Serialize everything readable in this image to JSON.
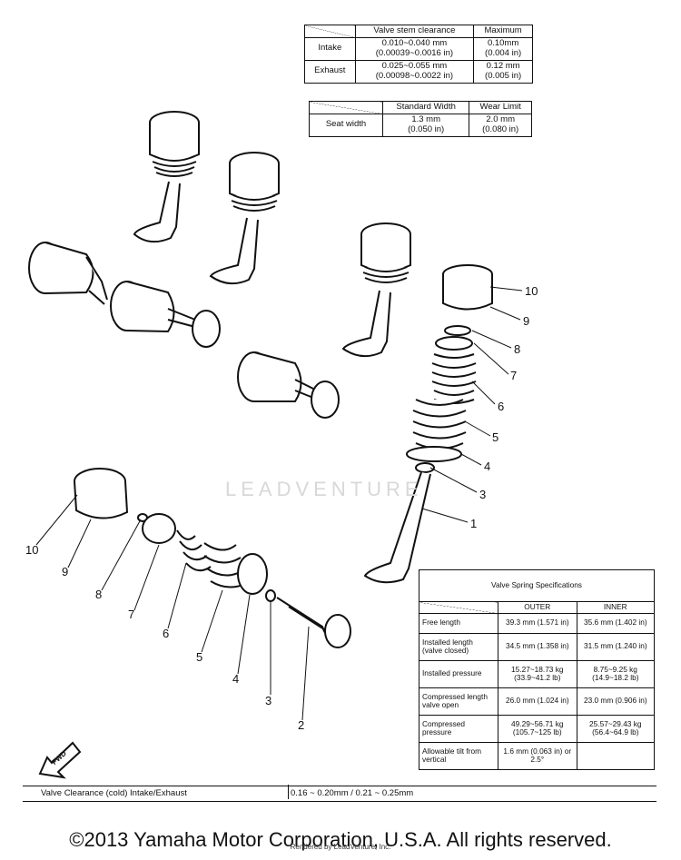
{
  "table_clearance": {
    "header": [
      "",
      "Valve stem clearance",
      "Maximum"
    ],
    "rows": [
      {
        "label": "Intake",
        "spec": "0.010~0.040 mm",
        "spec_in": "(0.00039~0.0016 in)",
        "max": "0.10mm",
        "max_in": "(0.004 in)"
      },
      {
        "label": "Exhaust",
        "spec": "0.025~0.055 mm",
        "spec_in": "(0.00098~0.0022 in)",
        "max": "0.12 mm",
        "max_in": "(0.005 in)"
      }
    ]
  },
  "table_seat": {
    "header": [
      "",
      "Standard Width",
      "Wear Limit"
    ],
    "row": {
      "label": "Seat width",
      "std": "1.3 mm",
      "std_in": "(0.050 in)",
      "limit": "2.0 mm",
      "limit_in": "(0.080 in)"
    }
  },
  "table_spring": {
    "title": "Valve Spring Specifications",
    "header": [
      "",
      "OUTER",
      "INNER"
    ],
    "rows": [
      {
        "label": "Free length",
        "outer": "39.3 mm (1.571 in)",
        "inner": "35.6 mm (1.402 in)"
      },
      {
        "label": "Installed length (valve closed)",
        "outer": "34.5 mm (1.358 in)",
        "inner": "31.5 mm (1.240 in)"
      },
      {
        "label": "Installed pressure",
        "outer": "15.27~18.73 kg (33.9~41.2 lb)",
        "inner": "8.75~9.25 kg (14.9~18.2 lb)"
      },
      {
        "label": "Compressed length valve open",
        "outer": "26.0 mm (1.024 in)",
        "inner": "23.0 mm (0.906 in)"
      },
      {
        "label": "Compressed pressure",
        "outer": "49.29~56.71 kg (105.7~125 lb)",
        "inner": "25.57~29.43 kg (56.4~64.9 lb)"
      },
      {
        "label": "Allowable tilt from vertical",
        "outer": "1.6 mm (0.063 in) or 2.5°",
        "inner": ""
      }
    ]
  },
  "callouts": {
    "c1": "1",
    "c2": "2",
    "c3": "3",
    "c3b": "3",
    "c4": "4",
    "c4b": "4",
    "c5": "5",
    "c5b": "5",
    "c6": "6",
    "c6b": "6",
    "c7": "7",
    "c7b": "7",
    "c8": "8",
    "c8b": "8",
    "c9": "9",
    "c9b": "9",
    "c10": "10",
    "c10b": "10"
  },
  "fwd_label": "FWD",
  "clearance_bar": {
    "label": "Valve Clearance (cold) Intake/Exhaust",
    "value": "0.16 ~ 0.20mm / 0.21 ~ 0.25mm"
  },
  "watermark": "LEADVENTURE",
  "copyright": "©2013 Yamaha Motor Corporation, U.S.A. All rights reserved.",
  "rendered_by": "Rendered by LeadVenture, Inc."
}
